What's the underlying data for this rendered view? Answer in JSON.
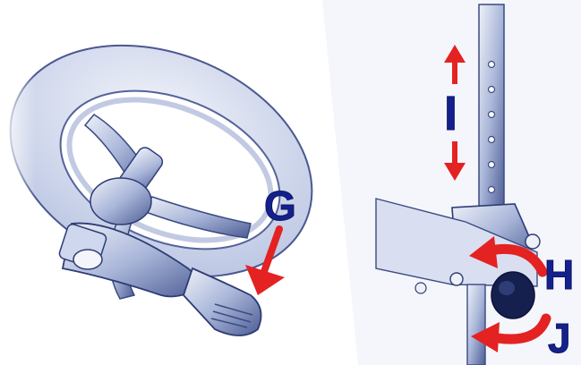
{
  "labels": {
    "g": "G",
    "i": "I",
    "h": "H",
    "j": "J"
  },
  "colors": {
    "label": "#14208c",
    "arrow": "#e42222",
    "ink": "#2b3a7a",
    "shade": "#c9d2ea"
  },
  "icons": {
    "g": "arrow-down-left-icon",
    "i": "arrow-up-down-icon",
    "h": "arrow-rotate-left-icon",
    "j": "arrow-rotate-left-icon"
  }
}
